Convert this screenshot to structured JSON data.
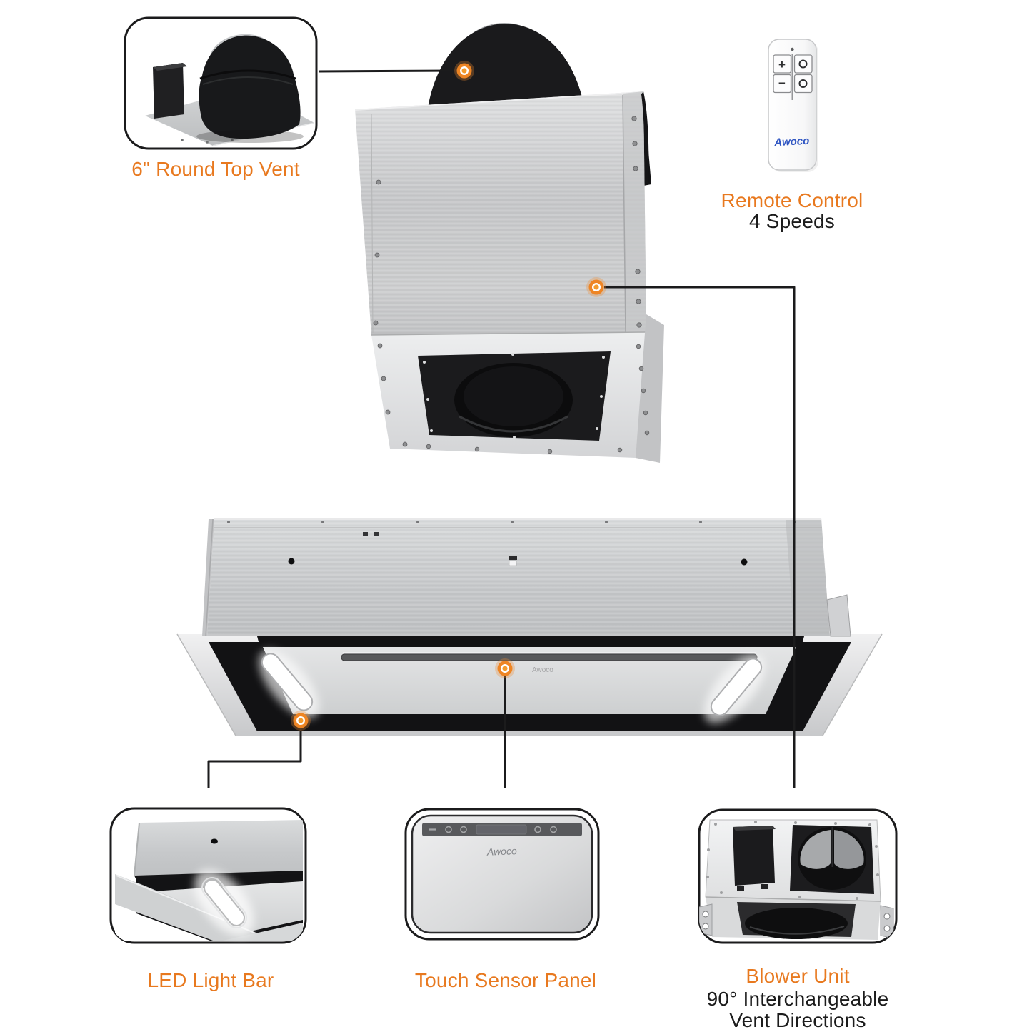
{
  "brand": "Awoco",
  "colors": {
    "accent_orange": "#E8791F",
    "label_dark": "#1C1C1C",
    "connector_line": "#1B1B1C",
    "callout_dot": "#EE8524",
    "steel": "#C9CACC"
  },
  "callouts": {
    "top_vent": {
      "label": "6\" Round Top Vent"
    },
    "remote": {
      "label": "Remote Control",
      "sublabel": "4 Speeds"
    },
    "led": {
      "label": "LED Light Bar"
    },
    "touch": {
      "label": "Touch Sensor Panel"
    },
    "blower": {
      "label": "Blower Unit",
      "sublabel_line1": "90° Interchangeable",
      "sublabel_line2": "Vent Directions"
    }
  },
  "remote_control": {
    "brand": "Awoco",
    "button_plus": "+",
    "button_minus": "−"
  },
  "touch_panel": {
    "brand": "Awoco"
  },
  "hood": {
    "brand": "Awoco"
  }
}
